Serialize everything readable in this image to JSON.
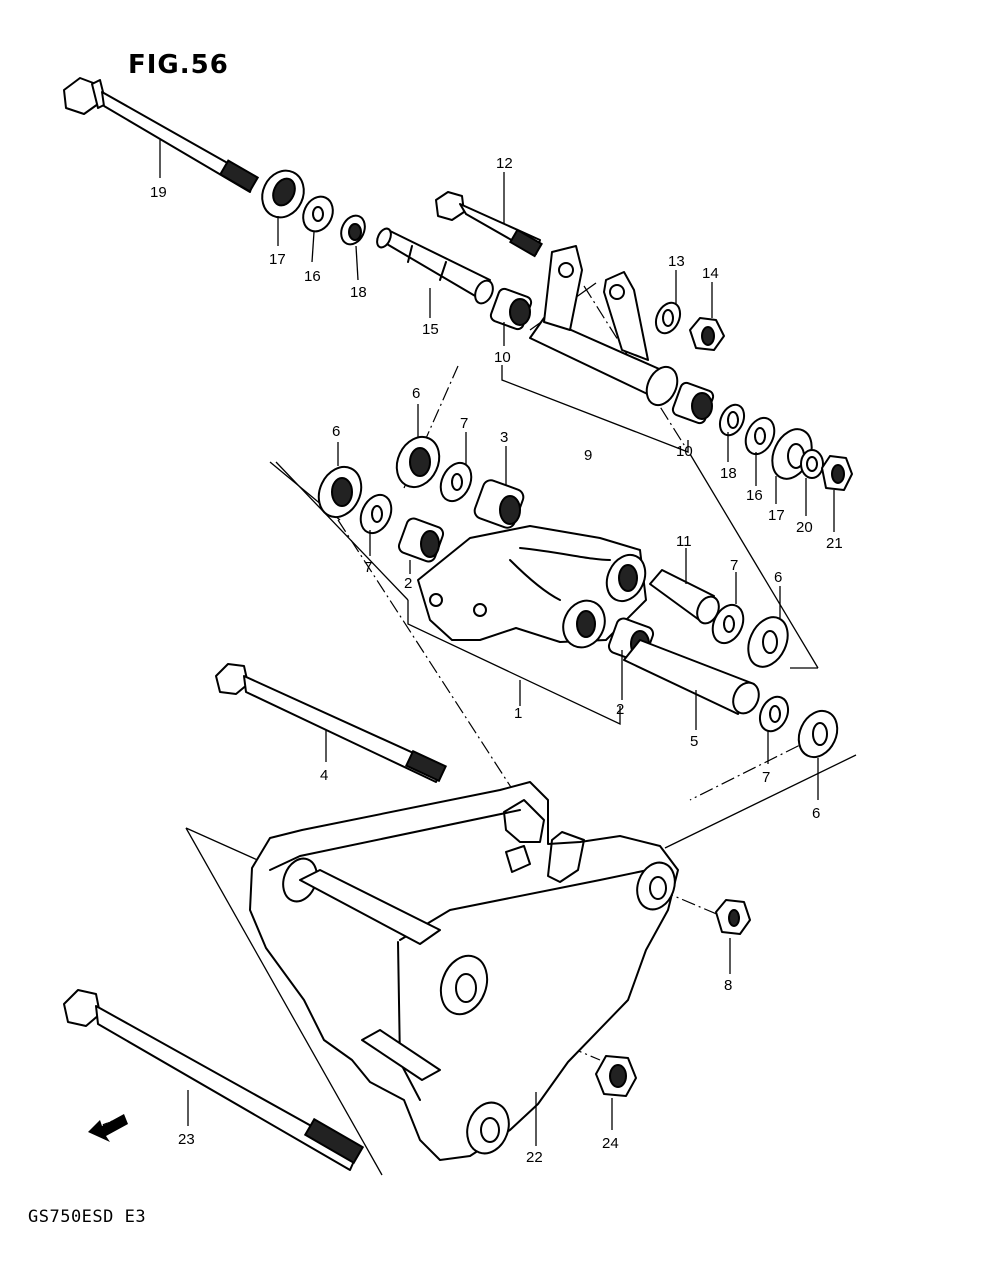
{
  "figure": {
    "title": "FIG.56",
    "model_code": "GS750ESD  E3",
    "fwd_marker": "FWD"
  },
  "callouts": [
    {
      "id": "c1",
      "label": "1"
    },
    {
      "id": "c2a",
      "label": "2"
    },
    {
      "id": "c2b",
      "label": "2"
    },
    {
      "id": "c3",
      "label": "3"
    },
    {
      "id": "c4",
      "label": "4"
    },
    {
      "id": "c5",
      "label": "5"
    },
    {
      "id": "c6a",
      "label": "6"
    },
    {
      "id": "c6b",
      "label": "6"
    },
    {
      "id": "c6c",
      "label": "6"
    },
    {
      "id": "c6d",
      "label": "6"
    },
    {
      "id": "c7a",
      "label": "7"
    },
    {
      "id": "c7b",
      "label": "7"
    },
    {
      "id": "c7c",
      "label": "7"
    },
    {
      "id": "c7d",
      "label": "7"
    },
    {
      "id": "c8",
      "label": "8"
    },
    {
      "id": "c9",
      "label": "9"
    },
    {
      "id": "c10a",
      "label": "10"
    },
    {
      "id": "c10b",
      "label": "10"
    },
    {
      "id": "c11",
      "label": "11"
    },
    {
      "id": "c12",
      "label": "12"
    },
    {
      "id": "c13",
      "label": "13"
    },
    {
      "id": "c14",
      "label": "14"
    },
    {
      "id": "c15",
      "label": "15"
    },
    {
      "id": "c16a",
      "label": "16"
    },
    {
      "id": "c16b",
      "label": "16"
    },
    {
      "id": "c17a",
      "label": "17"
    },
    {
      "id": "c17b",
      "label": "17"
    },
    {
      "id": "c18a",
      "label": "18"
    },
    {
      "id": "c18b",
      "label": "18"
    },
    {
      "id": "c19",
      "label": "19"
    },
    {
      "id": "c20",
      "label": "20"
    },
    {
      "id": "c21",
      "label": "21"
    },
    {
      "id": "c22",
      "label": "22"
    },
    {
      "id": "c23",
      "label": "23"
    },
    {
      "id": "c24",
      "label": "24"
    }
  ]
}
